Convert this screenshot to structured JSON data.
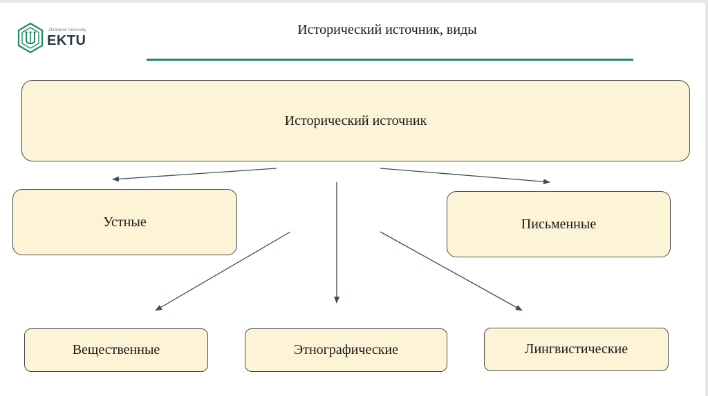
{
  "logo": {
    "small_text": "Zhubanov University",
    "brand": "EKTU",
    "brand_color": "#1f8a5c"
  },
  "page": {
    "title": "Исторический источник, виды"
  },
  "diagram": {
    "root": "Исторический источник",
    "left_top": "Устные",
    "right_top": "Письменные",
    "bottom_left": "Вещественные",
    "bottom_center": "Этнографические",
    "bottom_right": "Лингвистические",
    "box_fill": "#fdf3d6",
    "rule_color": "#1f8a5c"
  }
}
